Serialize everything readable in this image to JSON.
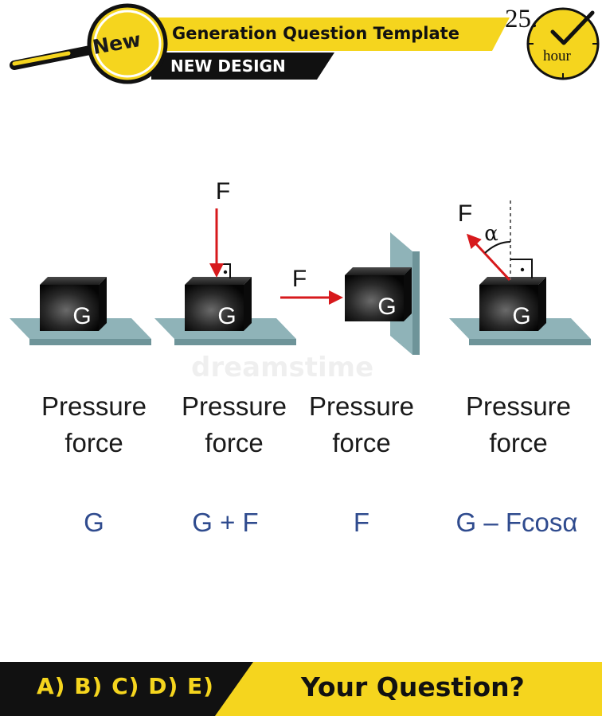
{
  "header": {
    "badge": "New",
    "title": "Generation Question Template",
    "subtitle": "NEW DESIGN",
    "timer_number": "25.",
    "timer_unit": "hour"
  },
  "diagram": {
    "block_letter": "G",
    "force_letter": "F",
    "angle_symbol": "α",
    "colors": {
      "arrow": "#d7191c",
      "block": "#2b2b2b",
      "surface": "#8fb3b8",
      "formula": "#2f4b8e"
    }
  },
  "cases": [
    {
      "label_line1": "Pressure",
      "label_line2": "force",
      "formula": "G"
    },
    {
      "label_line1": "Pressure",
      "label_line2": "force",
      "formula": "G + F"
    },
    {
      "label_line1": "Pressure",
      "label_line2": "force",
      "formula": "F"
    },
    {
      "label_line1": "Pressure",
      "label_line2": "force",
      "formula": "G – Fcosα"
    }
  ],
  "footer": {
    "answers": "A) B) C) D) E)",
    "question": "Your Question?"
  },
  "watermark": "dreamstime"
}
